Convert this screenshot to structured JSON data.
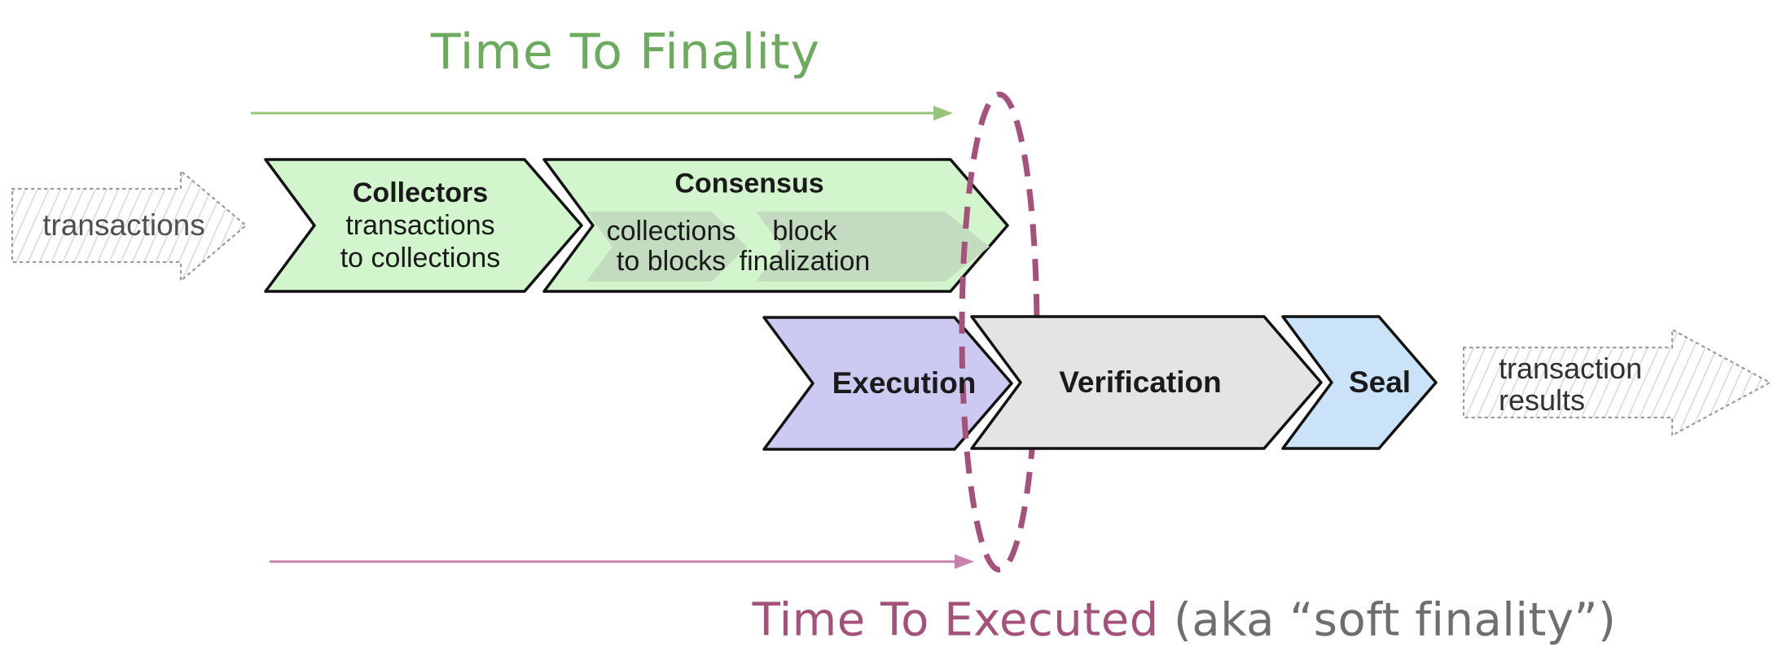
{
  "title": {
    "text": "Time To Finality"
  },
  "bottom_title": {
    "highlight": "Time To Executed",
    "suffix": " (aka “soft finality”)"
  },
  "input_arrow": {
    "label": "transactions"
  },
  "output_arrow": {
    "line1": "transaction",
    "line2": "results"
  },
  "stages": {
    "collectors": {
      "title": "Collectors",
      "line1": "transactions",
      "line2": "to collections"
    },
    "consensus": {
      "title": "Consensus",
      "sub1": {
        "line1": "collections",
        "line2": "to blocks"
      },
      "sub2": {
        "line1": "block",
        "line2": "finalization"
      }
    },
    "execution": {
      "title": "Execution"
    },
    "verification": {
      "title": "Verification"
    },
    "seal": {
      "title": "Seal"
    }
  },
  "colors": {
    "green-text": "#6cab5e",
    "green-arrow": "#94c57a",
    "chevron-green": "#d2f5cd",
    "chevron-inner-green": "#c3dcc0",
    "lavender": "#ccc9f2",
    "gray-chevron": "#e4e4e3",
    "blue-chevron": "#cbe3f8",
    "maroon": "#a5527b",
    "pink-arrow": "#c583aa",
    "suffix-gray": "#6e6e6e"
  }
}
